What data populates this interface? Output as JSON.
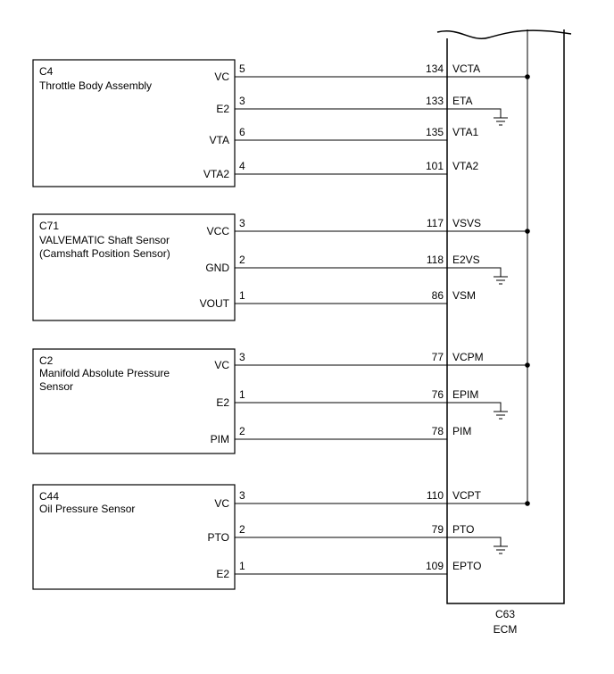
{
  "ecm": {
    "connector": "C63",
    "name": "ECM"
  },
  "components": [
    {
      "connector": "C4",
      "name_lines": [
        "Throttle Body Assembly"
      ],
      "pins": [
        {
          "label": "VC",
          "pin": "5",
          "ecm_pin": "134",
          "ecm_label": "VCTA",
          "bus": true,
          "ground": false
        },
        {
          "label": "E2",
          "pin": "3",
          "ecm_pin": "133",
          "ecm_label": "ETA",
          "bus": false,
          "ground": true
        },
        {
          "label": "VTA",
          "pin": "6",
          "ecm_pin": "135",
          "ecm_label": "VTA1",
          "bus": false,
          "ground": false
        },
        {
          "label": "VTA2",
          "pin": "4",
          "ecm_pin": "101",
          "ecm_label": "VTA2",
          "bus": false,
          "ground": false
        }
      ]
    },
    {
      "connector": "C71",
      "name_lines": [
        "VALVEMATIC Shaft Sensor",
        "(Camshaft Position Sensor)"
      ],
      "pins": [
        {
          "label": "VCC",
          "pin": "3",
          "ecm_pin": "117",
          "ecm_label": "VSVS",
          "bus": true,
          "ground": false
        },
        {
          "label": "GND",
          "pin": "2",
          "ecm_pin": "118",
          "ecm_label": "E2VS",
          "bus": false,
          "ground": true
        },
        {
          "label": "VOUT",
          "pin": "1",
          "ecm_pin": "86",
          "ecm_label": "VSM",
          "bus": false,
          "ground": false
        }
      ]
    },
    {
      "connector": "C2",
      "name_lines": [
        "Manifold Absolute Pressure",
        "Sensor"
      ],
      "pins": [
        {
          "label": "VC",
          "pin": "3",
          "ecm_pin": "77",
          "ecm_label": "VCPM",
          "bus": true,
          "ground": false
        },
        {
          "label": "E2",
          "pin": "1",
          "ecm_pin": "76",
          "ecm_label": "EPIM",
          "bus": false,
          "ground": true
        },
        {
          "label": "PIM",
          "pin": "2",
          "ecm_pin": "78",
          "ecm_label": "PIM",
          "bus": false,
          "ground": false
        }
      ]
    },
    {
      "connector": "C44",
      "name_lines": [
        "Oil Pressure Sensor"
      ],
      "pins": [
        {
          "label": "VC",
          "pin": "3",
          "ecm_pin": "110",
          "ecm_label": "VCPT",
          "bus": true,
          "ground": false
        },
        {
          "label": "PTO",
          "pin": "2",
          "ecm_pin": "79",
          "ecm_label": "PTO",
          "bus": false,
          "ground": true
        },
        {
          "label": "E2",
          "pin": "1",
          "ecm_pin": "109",
          "ecm_label": "EPTO",
          "bus": false,
          "ground": false
        }
      ]
    }
  ]
}
